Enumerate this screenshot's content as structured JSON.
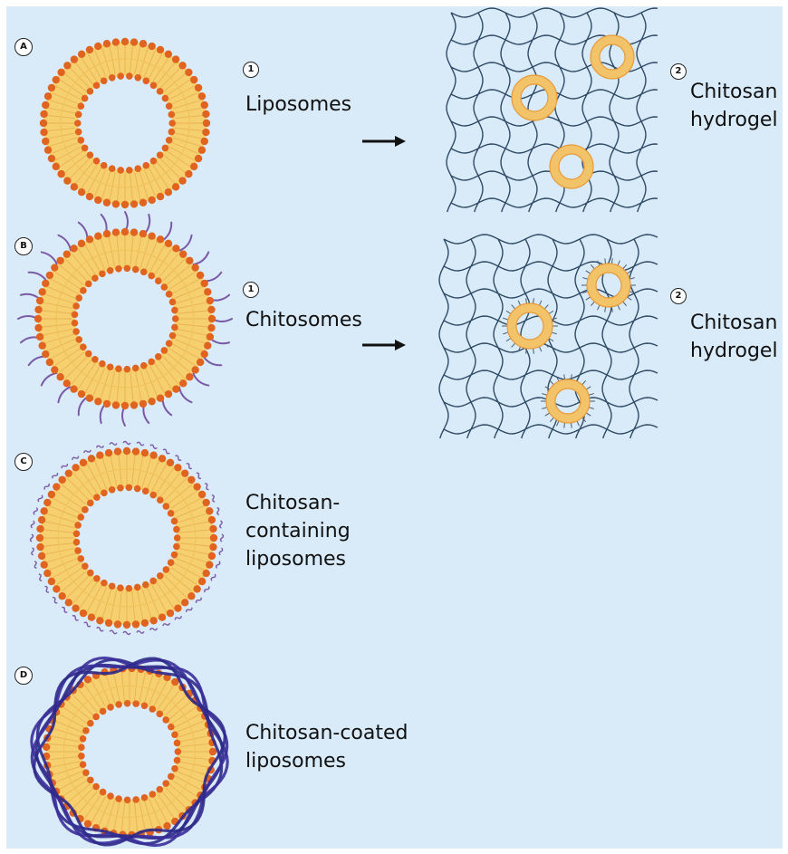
{
  "panels": [
    {
      "id": "A",
      "badge": "A",
      "step1": "1",
      "name": "Liposomes",
      "step2": "2",
      "gel_label": "Chitosan hydrogel",
      "gel_line1": "Chitosan",
      "gel_line2": "hydrogel"
    },
    {
      "id": "B",
      "badge": "B",
      "step1": "1",
      "name": "Chitosomes",
      "step2": "2",
      "gel_label": "Chitosan hydrogel",
      "gel_line1": "Chitosan",
      "gel_line2": "hydrogel"
    },
    {
      "id": "C",
      "badge": "C",
      "name_lines": [
        "Chitosan-",
        "containing",
        "liposomes"
      ]
    },
    {
      "id": "D",
      "badge": "D",
      "name_lines": [
        "Chitosan-coated",
        "liposomes"
      ]
    }
  ],
  "colors": {
    "background": "#d9ebf8",
    "lipid_head": "#e0641f",
    "lipid_tail": "#f6cf6f",
    "chitosan_chain": "#7a5aa6",
    "chitosan_coat": "#2d2a8a",
    "hydrogel_mesh": "#2f4a66",
    "arrow": "#111111"
  },
  "icons": [
    "right-arrow-icon",
    "right-arrow-icon"
  ]
}
